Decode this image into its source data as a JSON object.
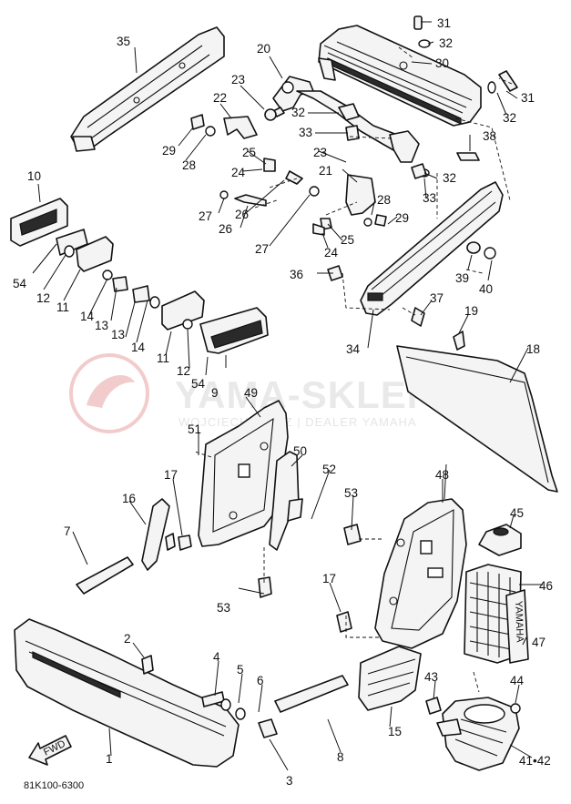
{
  "diagram_code": "81K100-6300",
  "fwd_label": "FWD",
  "decal_47_text": "YAMAHA",
  "watermark": {
    "title": "YAMA-SKLEP.PL",
    "subtitle": "WOJCIECHOWICZ | DEALER YAMAHA",
    "color": "#e9a3a3"
  },
  "part_numbers": [
    "31",
    "32",
    "30",
    "31",
    "32",
    "35",
    "20",
    "23",
    "32",
    "33",
    "22",
    "29",
    "28",
    "25",
    "38",
    "23",
    "32",
    "10",
    "24",
    "21",
    "27",
    "26",
    "26",
    "27",
    "28",
    "29",
    "33",
    "25",
    "24",
    "36",
    "39",
    "40",
    "54",
    "12",
    "11",
    "14",
    "13",
    "13",
    "14",
    "11",
    "37",
    "19",
    "34",
    "18",
    "12",
    "54",
    "9",
    "49",
    "51",
    "50",
    "52",
    "17",
    "16",
    "48",
    "53",
    "45",
    "7",
    "46",
    "17",
    "53",
    "47",
    "2",
    "4",
    "5",
    "6",
    "43",
    "44",
    "15",
    "8",
    "1",
    "3",
    "41•42"
  ]
}
